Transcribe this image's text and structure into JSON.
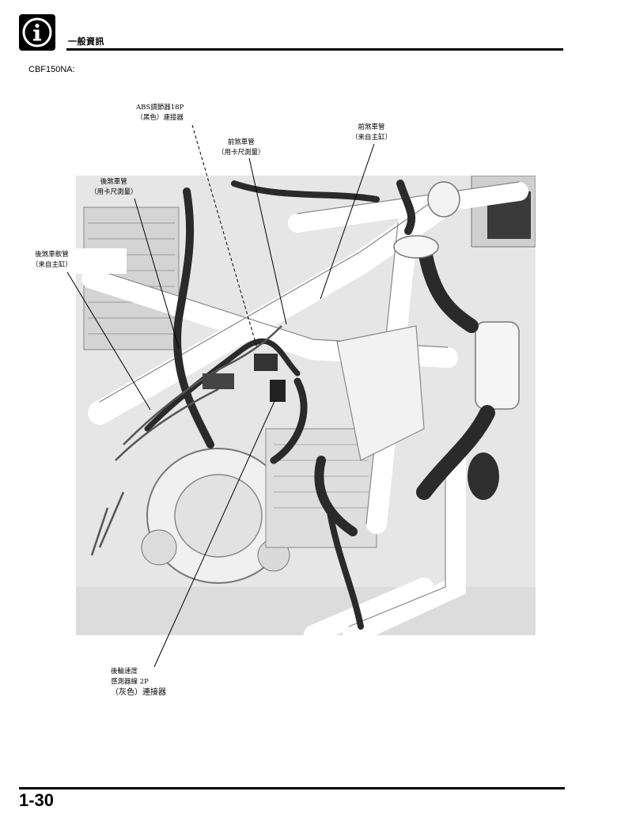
{
  "header": {
    "icon": "info-icon",
    "section_title": "一般資訊"
  },
  "model_label": "CBF150NA:",
  "figure": {
    "subject": "motorcycle-frame-engine-illustration",
    "callouts": {
      "abs_connector": {
        "line1": "ABS調節器18P",
        "line2": "（黑色）連接器"
      },
      "front_brake_pipe_caliper": {
        "line1": "前煞車管",
        "line2": "（用卡尺測量）"
      },
      "front_brake_pipe_master": {
        "line1": "前煞車管",
        "line2": "（来自主缸）"
      },
      "rear_brake_pipe_caliper": {
        "line1": "後煞車管",
        "line2": "（用卡尺測量）"
      },
      "rear_brake_hose_master": {
        "line1": "後煞車軟管",
        "line2": "（来自主缸）"
      },
      "rear_wheel_speed_sensor": {
        "line1": "後輪速度",
        "line2": "感測器線 2P",
        "line3": "（灰色）連接器"
      }
    }
  },
  "footer": {
    "page_number": "1-30"
  }
}
